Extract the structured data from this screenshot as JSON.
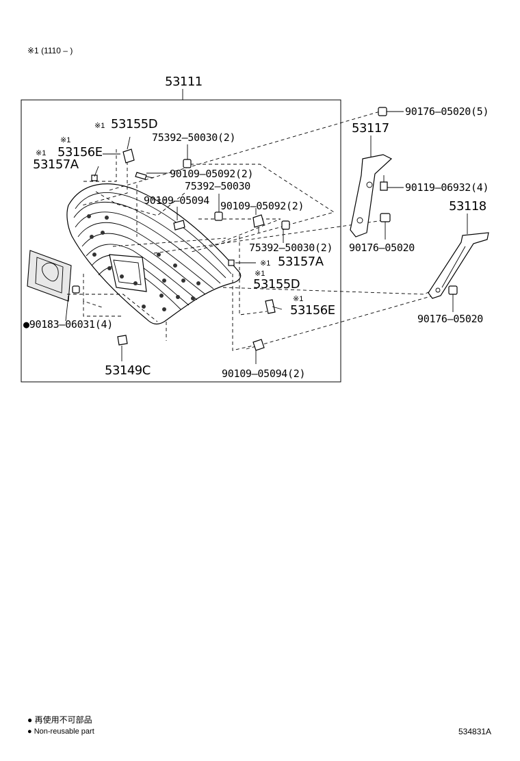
{
  "header": {
    "note": "※1 (1110 –      )"
  },
  "assembly": {
    "main_part": "53111"
  },
  "callouts": {
    "c_90176_05020_5": "90176–05020(5)",
    "c_53117": "53117",
    "c_90119_06932_4": "90119–06932(4)",
    "c_53118": "53118",
    "c_90176_05020_a": "90176–05020",
    "c_90176_05020_b": "90176–05020",
    "c_53155D_top": "53155D",
    "c_53155D_top_mark": "※1",
    "c_53156E_top": "53156E",
    "c_53156E_top_mark": "※1",
    "c_53157A_top": "53157A",
    "c_53157A_top_mark": "※1",
    "c_75392_50030_2_top": "75392–50030(2)",
    "c_90109_05092_2_top": "90109–05092(2)",
    "c_75392_50030": "75392–50030",
    "c_90109_05094": "90109–05094",
    "c_90109_05092_2_mid": "90109–05092(2)",
    "c_75392_50030_2_mid": "75392–50030(2)",
    "c_53157A_mid": "53157A",
    "c_53157A_mid_mark": "※1",
    "c_53155D_mid": "53155D",
    "c_53155D_mid_mark": "※1",
    "c_53156E_mid": "53156E",
    "c_53156E_mid_mark": "※1",
    "c_90183_06031_4": "●90183–06031(4)",
    "c_53149C": "53149C",
    "c_90109_05094_2": "90109–05094(2)"
  },
  "footer": {
    "legend_jp": "● 再使用不可部品",
    "legend_en": "● Non-reusable part",
    "diagram_id": "534831A"
  }
}
